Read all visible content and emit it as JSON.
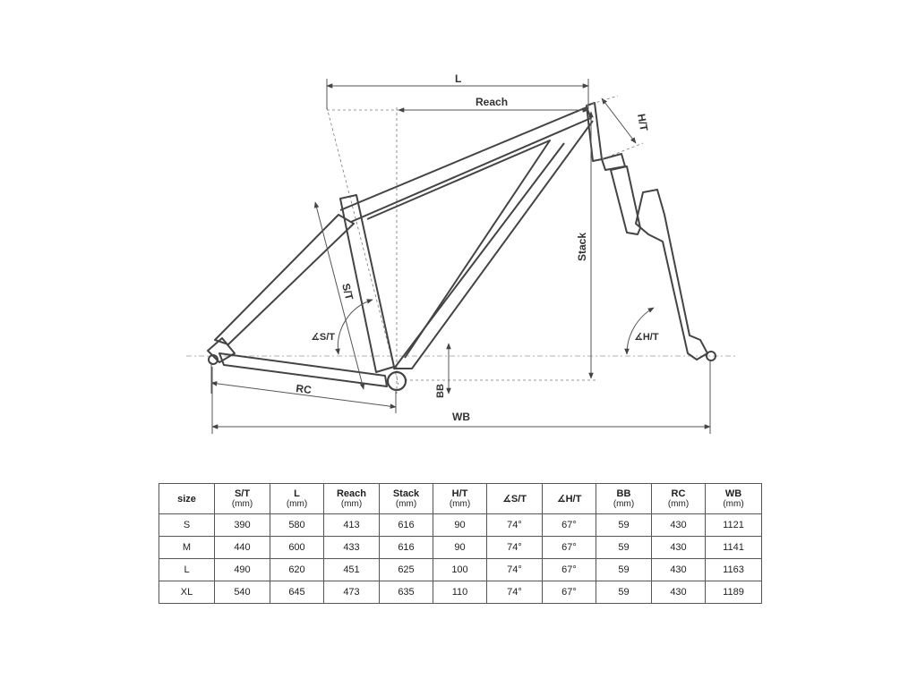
{
  "diagram": {
    "labels": {
      "l": "L",
      "reach": "Reach",
      "ht": "H/T",
      "stack": "Stack",
      "st": "S/T",
      "st_angle": "∡S/T",
      "ht_angle": "∡H/T",
      "rc": "RC",
      "bb": "BB",
      "wb": "WB"
    }
  },
  "table": {
    "columns": [
      {
        "name": "size",
        "unit": ""
      },
      {
        "name": "S/T",
        "unit": "(mm)"
      },
      {
        "name": "L",
        "unit": "(mm)"
      },
      {
        "name": "Reach",
        "unit": "(mm)"
      },
      {
        "name": "Stack",
        "unit": "(mm)"
      },
      {
        "name": "H/T",
        "unit": "(mm)"
      },
      {
        "name": "∡S/T",
        "unit": ""
      },
      {
        "name": "∡H/T",
        "unit": ""
      },
      {
        "name": "BB",
        "unit": "(mm)"
      },
      {
        "name": "RC",
        "unit": "(mm)"
      },
      {
        "name": "WB",
        "unit": "(mm)"
      }
    ],
    "rows": [
      [
        "S",
        "390",
        "580",
        "413",
        "616",
        "90",
        "74°",
        "67°",
        "59",
        "430",
        "1121"
      ],
      [
        "M",
        "440",
        "600",
        "433",
        "616",
        "90",
        "74°",
        "67°",
        "59",
        "430",
        "1141"
      ],
      [
        "L",
        "490",
        "620",
        "451",
        "625",
        "100",
        "74°",
        "67°",
        "59",
        "430",
        "1163"
      ],
      [
        "XL",
        "540",
        "645",
        "473",
        "635",
        "110",
        "74°",
        "67°",
        "59",
        "430",
        "1189"
      ]
    ]
  }
}
